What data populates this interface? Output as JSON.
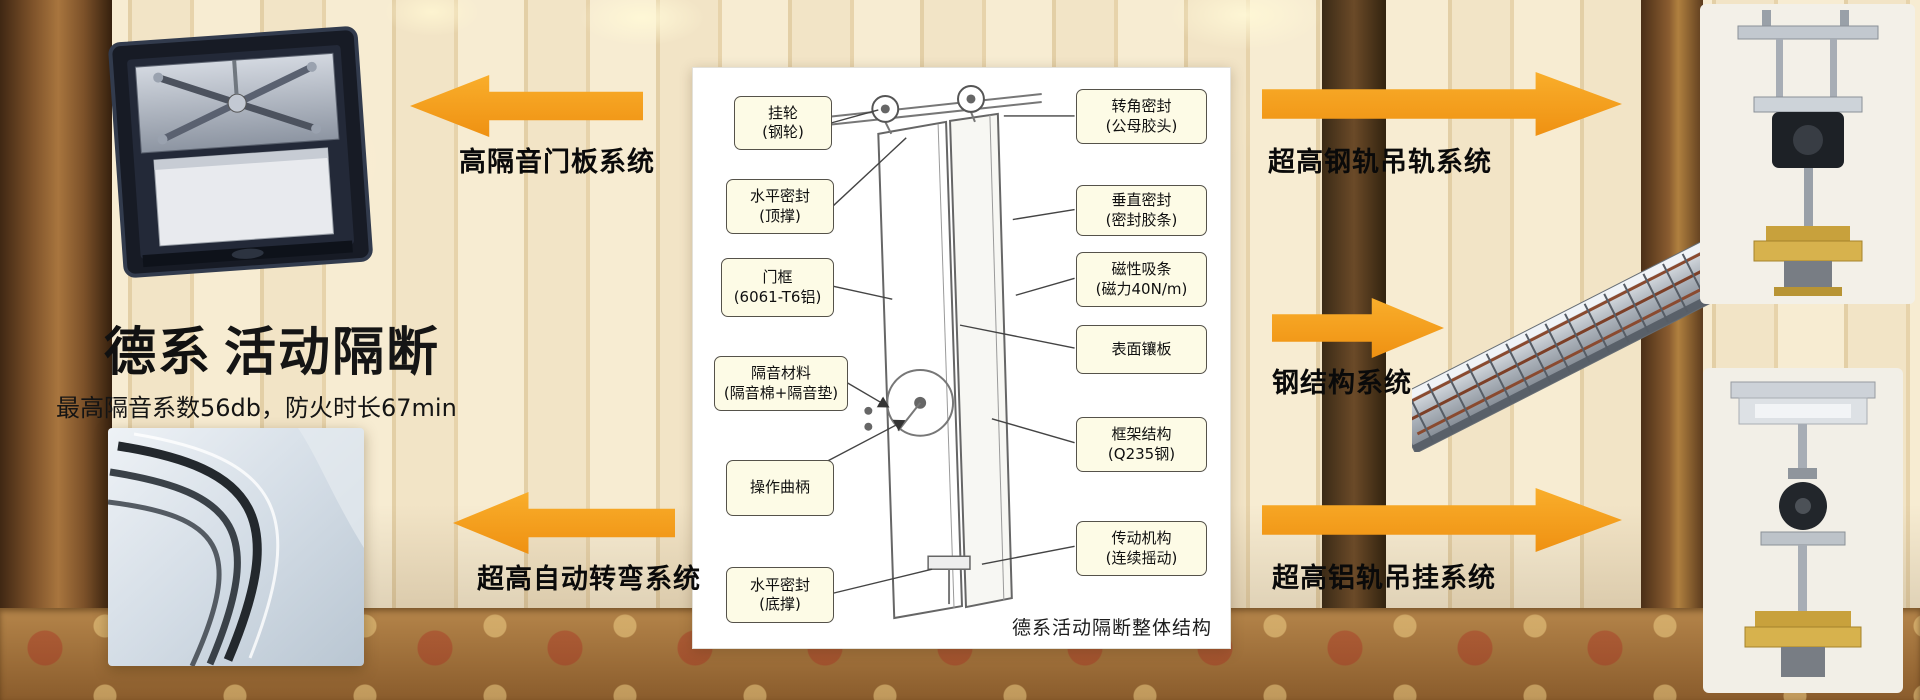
{
  "hero": {
    "brand": "德系",
    "product": "活动隔断",
    "subtitle": "最高隔音系数56db，防火时长67min"
  },
  "systems": {
    "door_panel": "高隔音门板系统",
    "auto_turn": "超高自动转弯系统",
    "steel_rail": "超高钢轨吊轨系统",
    "steel_structure": "钢结构系统",
    "alu_rail": "超高铝轨吊挂系统"
  },
  "diagram": {
    "caption": "德系活动隔断整体结构",
    "left_callouts": [
      {
        "line1": "挂轮",
        "line2": "(钢轮)"
      },
      {
        "line1": "水平密封",
        "line2": "(顶撑)"
      },
      {
        "line1": "门框",
        "line2": "(6061-T6铝)"
      },
      {
        "line1": "隔音材料",
        "line2": "(隔音棉+隔音垫)"
      },
      {
        "line1": "操作曲柄",
        "line2": ""
      },
      {
        "line1": "水平密封",
        "line2": "(底撑)"
      }
    ],
    "right_callouts": [
      {
        "line1": "转角密封",
        "line2": "(公母胶头)"
      },
      {
        "line1": "垂直密封",
        "line2": "(密封胶条)"
      },
      {
        "line1": "磁性吸条",
        "line2": "(磁力40N/m)"
      },
      {
        "line1": "表面镶板",
        "line2": ""
      },
      {
        "line1": "框架结构",
        "line2": "(Q235钢)"
      },
      {
        "line1": "传动机构",
        "line2": "(连续摇动)"
      }
    ]
  },
  "colors": {
    "arrow_orange": "#F7A21B",
    "callout_bg": "#FDFBE6",
    "callout_border": "#55524A",
    "wall_cream": "#F2E4C6",
    "carpet_brown": "#A8783F"
  }
}
